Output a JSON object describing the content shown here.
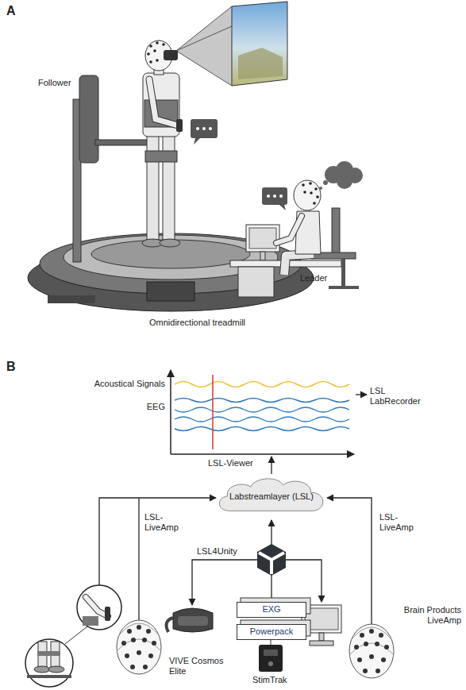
{
  "diagram": {
    "nodes": [
      {
        "text": [
          "Labstreamlayer (LSL)"
        ]
      },
      {
        "text": [
          "EXG"
        ]
      },
      {
        "text": [
          "Powerpack"
        ]
      }
    ],
    "edges": [
      {
        "from": 1,
        "to": 0,
        "arrow": "to"
      }
    ],
    "labels": [
      "A",
      "Follower",
      "Leader",
      "Omnidirectional treadmill",
      "B",
      "Acoustical Signals",
      "EEG",
      "LSL LabRecorder",
      "LSL-Viewer",
      "LSL-LiveAmp",
      "LSL4Unity",
      "LSL-LiveAmp",
      "VIVE Cosmos Elite",
      "Brain Products LiveAmp",
      "StimTrak"
    ]
  }
}
